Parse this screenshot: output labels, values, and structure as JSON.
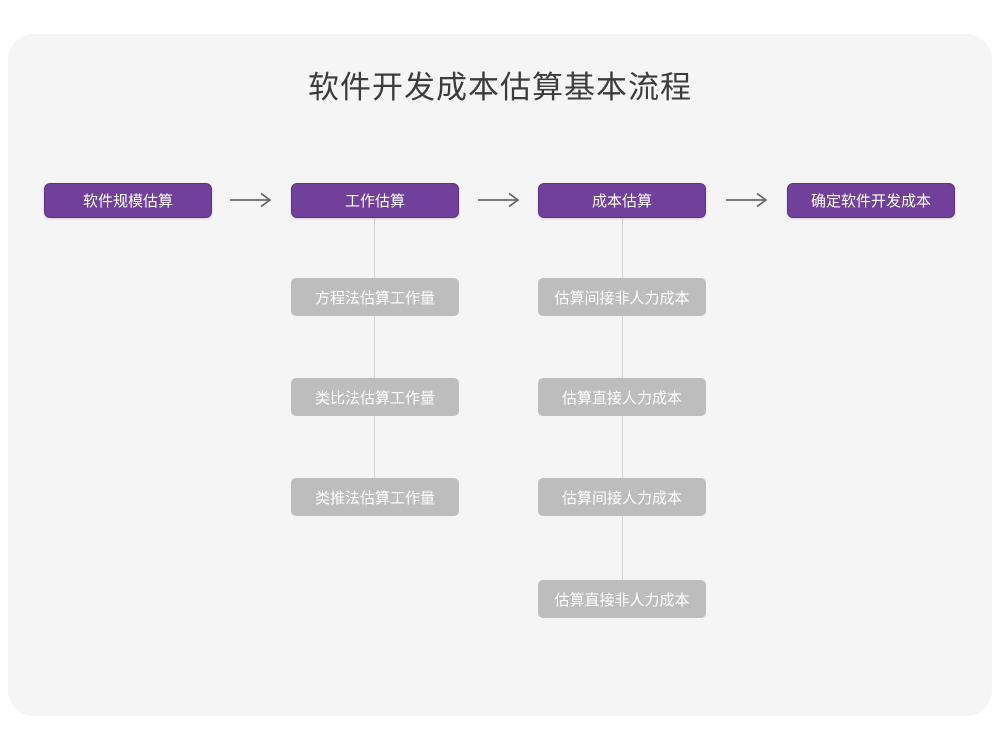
{
  "card": {
    "background_color": "#f5f5f5"
  },
  "title": "软件开发成本估算基本流程",
  "colors": {
    "primary_node": "#70409a",
    "primary_node_border": "#5d3382",
    "secondary_node": "#bdbdbd",
    "node_text": "#ffffff",
    "title_text": "#3c3c3c",
    "arrow": "#555555",
    "connector_line": "#d2d2d2",
    "page_background": "#ffffff"
  },
  "chart_data": {
    "type": "diagram",
    "title": "软件开发成本估算基本流程",
    "main_flow": [
      {
        "id": "step1",
        "label": "软件规模估算"
      },
      {
        "id": "step2",
        "label": "工作估算"
      },
      {
        "id": "step3",
        "label": "成本估算"
      },
      {
        "id": "step4",
        "label": "确定软件开发成本"
      }
    ],
    "arrows": [
      {
        "from": "step1",
        "to": "step2",
        "glyph": "arrow-right"
      },
      {
        "from": "step2",
        "to": "step3",
        "glyph": "arrow-right"
      },
      {
        "from": "step3",
        "to": "step4",
        "glyph": "arrow-right"
      }
    ],
    "sub_items": {
      "step2": [
        "方程法估算工作量",
        "类比法估算工作量",
        "类推法估算工作量"
      ],
      "step3": [
        "估算间接非人力成本",
        "估算直接人力成本",
        "估算间接人力成本",
        "估算直接非人力成本"
      ]
    }
  },
  "nodes": {
    "step1": {
      "label": "软件规模估算"
    },
    "step2": {
      "label": "工作估算"
    },
    "step3": {
      "label": "成本估算"
    },
    "step4": {
      "label": "确定软件开发成本"
    }
  },
  "work_estimation_methods": [
    {
      "label": "方程法估算工作量"
    },
    {
      "label": "类比法估算工作量"
    },
    {
      "label": "类推法估算工作量"
    }
  ],
  "cost_estimation_items": [
    {
      "label": "估算间接非人力成本"
    },
    {
      "label": "估算直接人力成本"
    },
    {
      "label": "估算间接人力成本"
    },
    {
      "label": "估算直接非人力成本"
    }
  ]
}
